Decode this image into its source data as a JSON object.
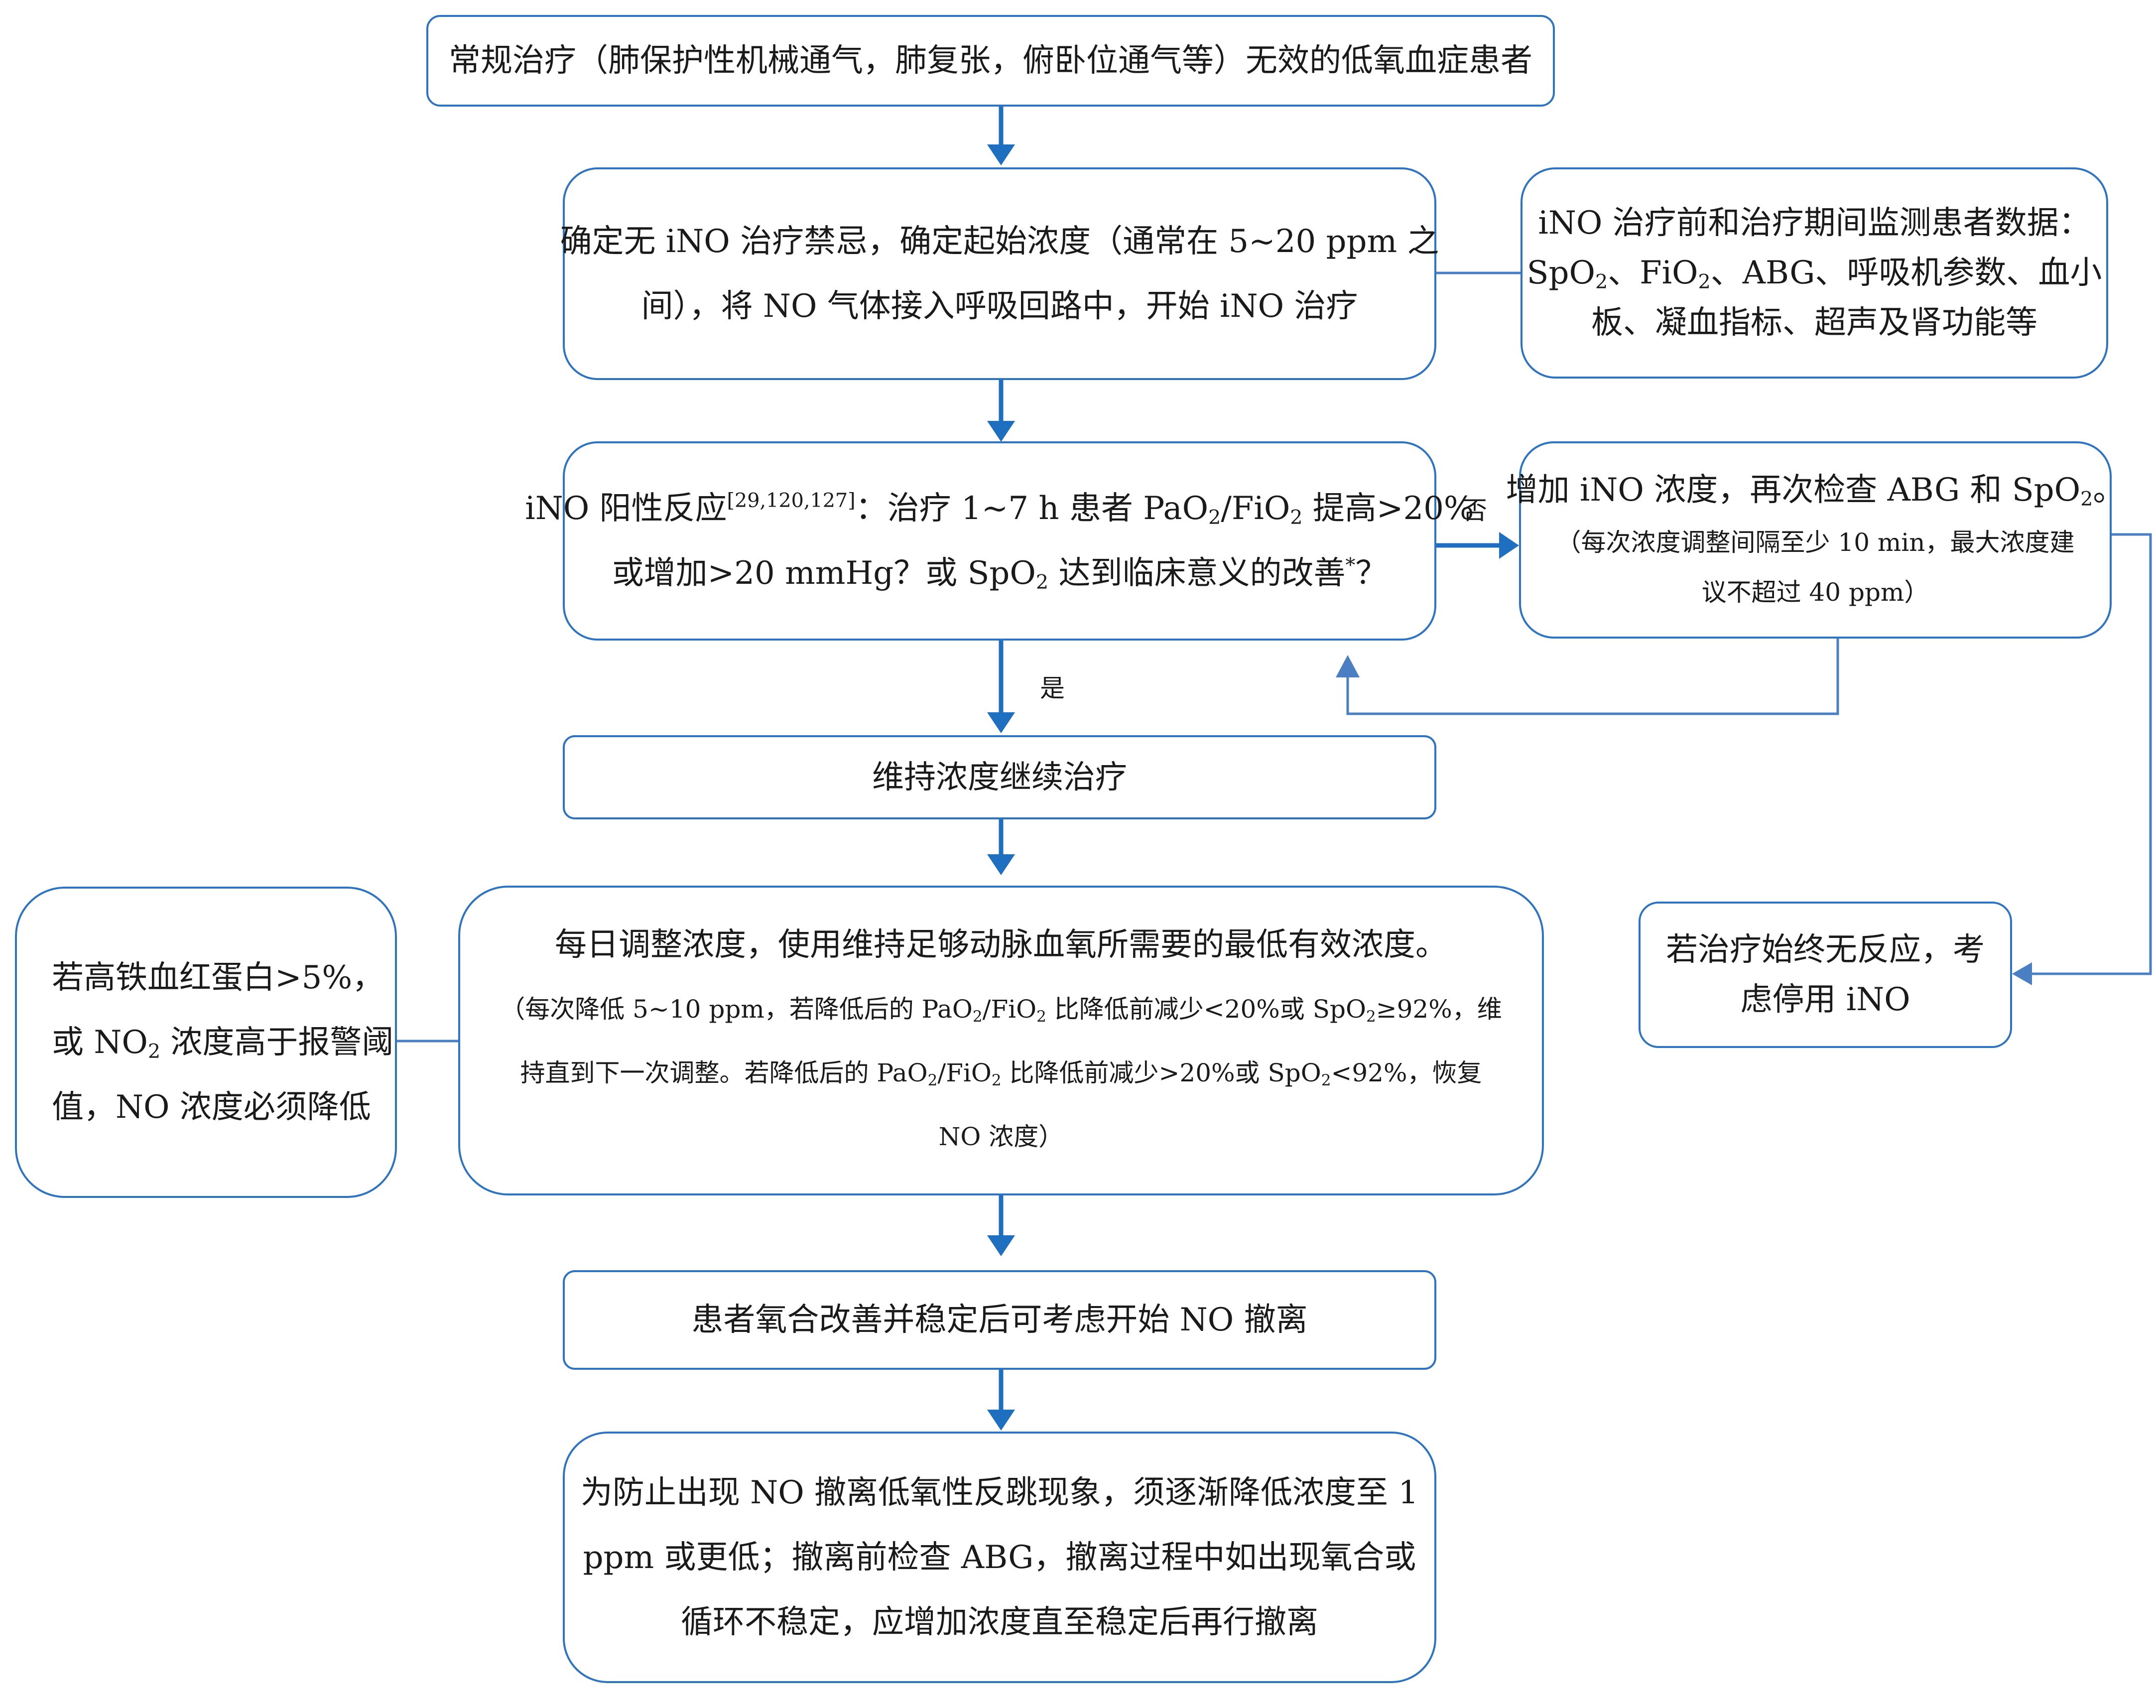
{
  "colors": {
    "border": "#2e74c0",
    "arrow": "#1f6fc0",
    "connector": "#4a7fc4"
  },
  "nodes": {
    "start": {
      "line1": "常规治疗（肺保护性机械通气，肺复张，俯卧位通气等）无效的低氧血症患者"
    },
    "initiate": {
      "line1": "确定无 iNO 治疗禁忌，确定起始浓度（通常在 5~20 ppm 之",
      "line2": "间），将 NO 气体接入呼吸回路中，开始 iNO 治疗"
    },
    "monitor": {
      "line1": "iNO 治疗前和治疗期间监测患者数据：",
      "line2_a": "SpO",
      "line2_b": "2",
      "line2_c": "、FiO",
      "line2_d": "2",
      "line2_e": "、ABG、呼吸机参数、血小",
      "line3": "板、凝血指标、超声及肾功能等"
    },
    "response": {
      "l1_a": "iNO 阳性反应",
      "l1_ref": "[29,120,127]",
      "l1_b": "：治疗 1~7 h 患者 PaO",
      "l1_c": "2",
      "l1_d": "/FiO",
      "l1_e": "2",
      "l1_f": " 提高>20%",
      "l2_a": "或增加>20 mmHg？或 SpO",
      "l2_b": "2",
      "l2_c": " 达到临床意义的改善",
      "l2_star": "*",
      "l2_d": "？"
    },
    "increase": {
      "l1_a": "增加 iNO 浓度，再次检查 ABG 和 SpO",
      "l1_b": "2",
      "l1_c": "。",
      "l2": "（每次浓度调整间隔至少 10 min，最大浓度建",
      "l3": "议不超过 40 ppm）"
    },
    "maintain": {
      "line1": "维持浓度继续治疗"
    },
    "stop": {
      "line1": "若治疗始终无反应，考",
      "line2": "虑停用 iNO"
    },
    "adjust": {
      "line1": "每日调整浓度，使用维持足够动脉血氧所需要的最低有效浓度。",
      "l2_a": "（每次降低 5~10 ppm，若降低后的 PaO",
      "l2_b": "2",
      "l2_c": "/FiO",
      "l2_d": "2",
      "l2_e": " 比降低前减少<20%或 SpO",
      "l2_f": "2",
      "l2_g": "≥92%，维",
      "l3_a": "持直到下一次调整。若降低后的 PaO",
      "l3_b": "2",
      "l3_c": "/FiO",
      "l3_d": "2",
      "l3_e": " 比降低前减少>20%或 SpO",
      "l3_f": "2",
      "l3_g": "<92%，恢复",
      "line4": "NO 浓度）"
    },
    "methb": {
      "line1": "若高铁血红蛋白>5%，",
      "l2_a": "或 NO",
      "l2_b": "2",
      "l2_c": " 浓度高于报警阈",
      "line3": "值，NO 浓度必须降低"
    },
    "wean": {
      "line1": "患者氧合改善并稳定后可考虑开始 NO 撤离"
    },
    "final": {
      "line1": "为防止出现 NO 撤离低氧性反跳现象，须逐渐降低浓度至 1",
      "line2": "ppm 或更低；撤离前检查 ABG，撤离过程中如出现氧合或",
      "line3": "循环不稳定，应增加浓度直至稳定后再行撤离"
    }
  },
  "edge_labels": {
    "no": "否",
    "yes": "是"
  }
}
